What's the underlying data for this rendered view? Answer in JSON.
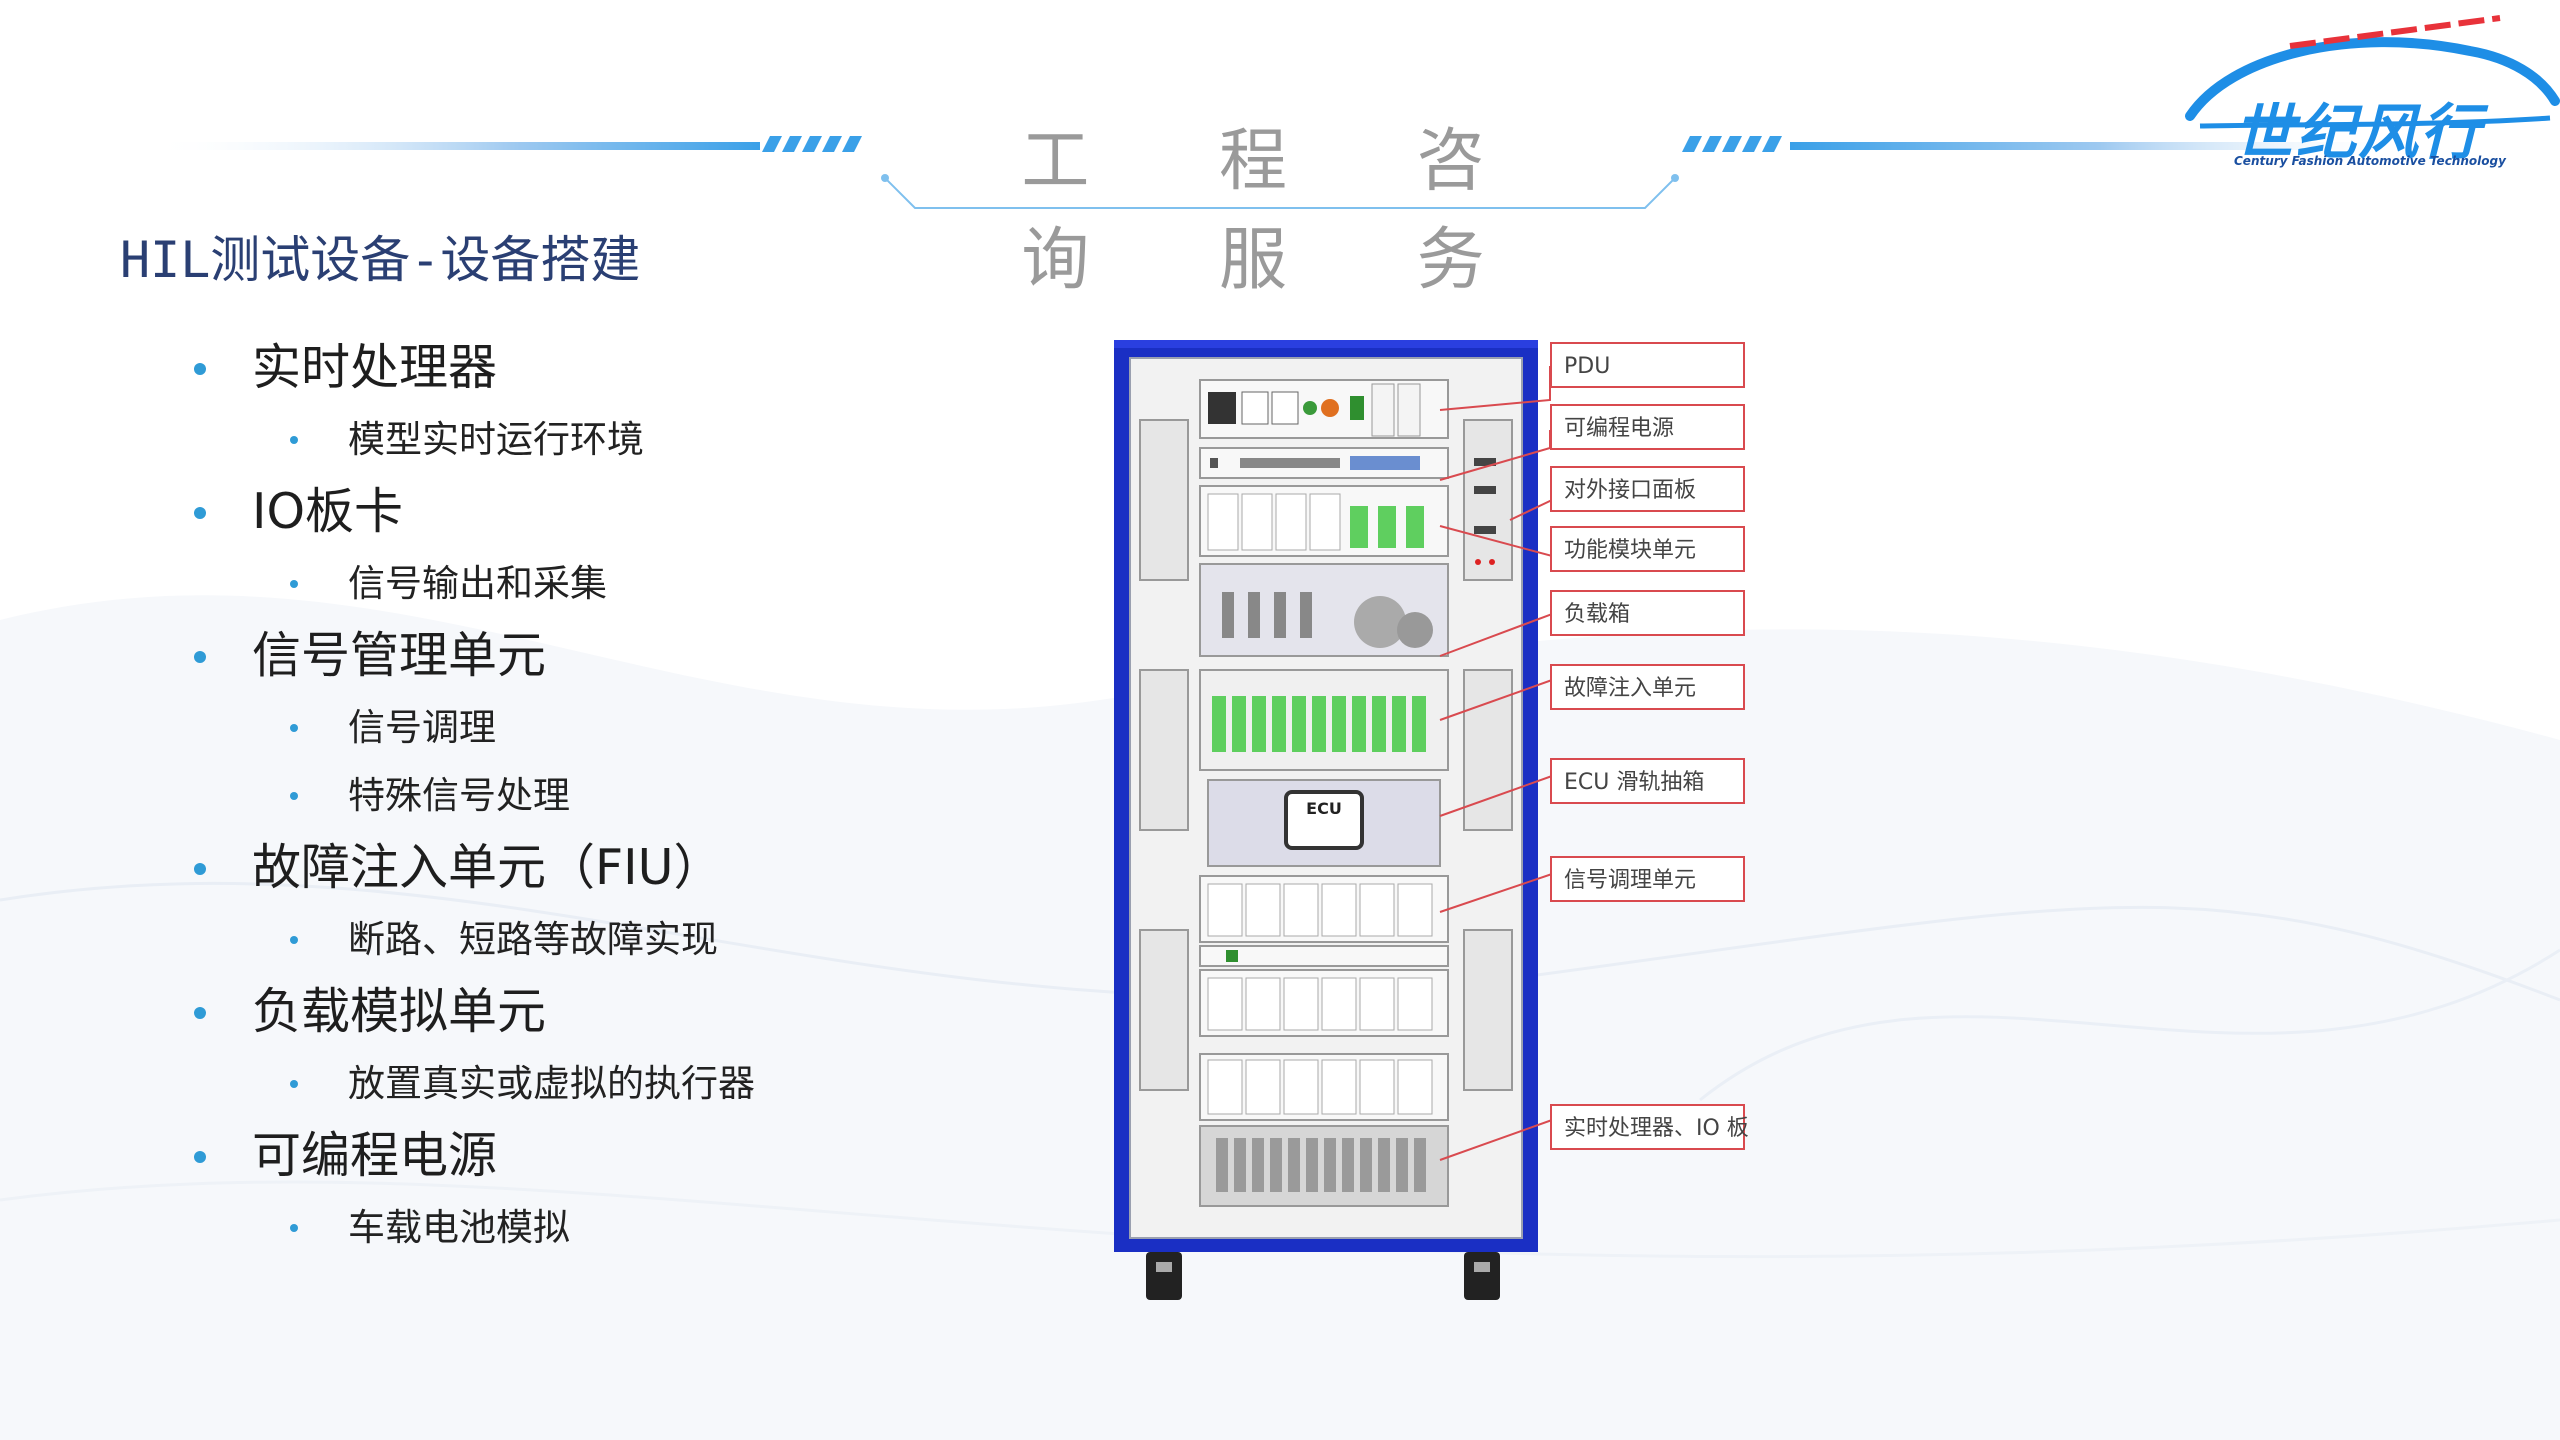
{
  "header": {
    "title": "工 程 咨 询 服 务"
  },
  "logo": {
    "name": "世纪风行",
    "tagline": "Century Fashion Automotive Technology"
  },
  "subtitle": "HIL测试设备-设备搭建",
  "bullets": [
    {
      "label": "实时处理器",
      "children": [
        "模型实时运行环境"
      ]
    },
    {
      "label": "IO板卡",
      "children": [
        "信号输出和采集"
      ]
    },
    {
      "label": "信号管理单元",
      "children": [
        "信号调理",
        "特殊信号处理"
      ]
    },
    {
      "label": "故障注入单元（FIU）",
      "children": [
        "断路、短路等故障实现"
      ]
    },
    {
      "label": "负载模拟单元",
      "children": [
        "放置真实或虚拟的执行器"
      ]
    },
    {
      "label": "可编程电源",
      "children": [
        "车载电池模拟"
      ]
    }
  ],
  "diagram": {
    "ecu_label": "ECU",
    "callouts": [
      "PDU",
      "可编程电源",
      "对外接口面板",
      "功能模块单元",
      "负载箱",
      "故障注入单元",
      "ECU 滑轨抽箱",
      "信号调理单元",
      "实时处理器、IO 板"
    ]
  },
  "colors": {
    "accent": "#2f9bd6",
    "cabinet_blue": "#1a2fc4",
    "callout_red": "#d94a4f",
    "title_gray": "#9a9a9a"
  }
}
